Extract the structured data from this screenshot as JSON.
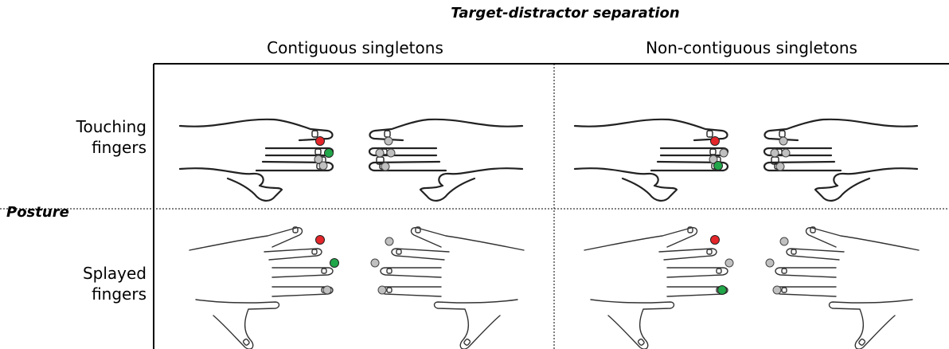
{
  "header": {
    "main_title": "Target-distractor separation",
    "col_left": "Contiguous singletons",
    "col_right": "Non-contiguous singletons"
  },
  "rows": {
    "side_title": "Posture",
    "top": {
      "line1": "Touching",
      "line2": "fingers"
    },
    "bottom": {
      "line1": "Splayed",
      "line2": "fingers"
    }
  },
  "colors": {
    "target": "#22a64a",
    "distractor": "#e4262a",
    "filler": "#c0c0c0",
    "outline": "#222222"
  }
}
